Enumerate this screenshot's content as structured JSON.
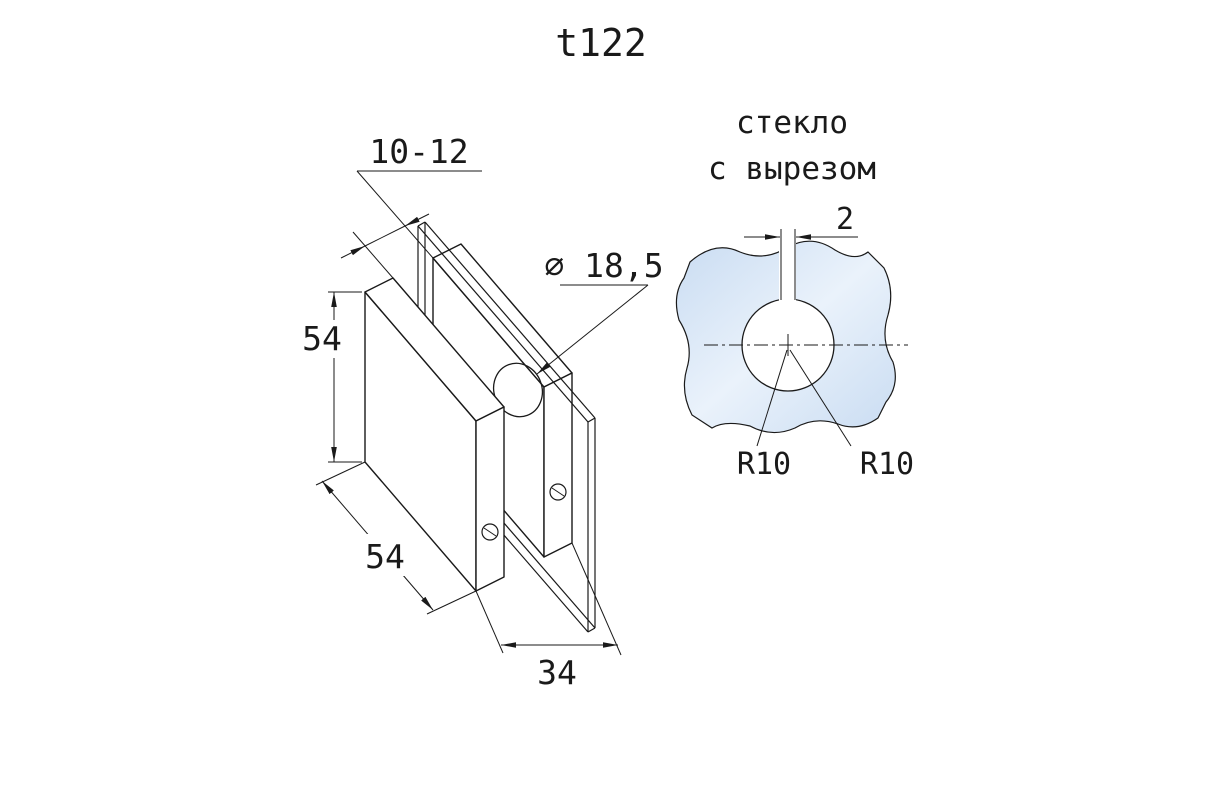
{
  "title": "t122",
  "isometric_view": {
    "dim_thickness": "10-12",
    "dim_height": "54",
    "dim_width": "54",
    "dim_depth": "34",
    "dim_hole": "∅ 18,5"
  },
  "detail_view": {
    "caption_line1": "стекло",
    "caption_line2": "с вырезом",
    "dim_gap": "2",
    "dim_radius_left": "R10",
    "dim_radius_right": "R10"
  },
  "colors": {
    "line": "#1a1a1a",
    "glass_mid": "#c9dcf2",
    "glass_light": "#eaf2fb"
  }
}
